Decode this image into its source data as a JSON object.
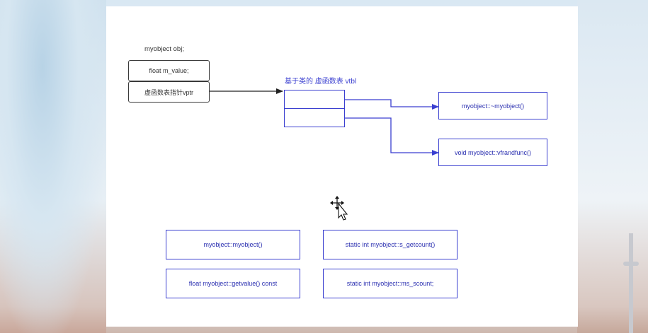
{
  "object_label": "myobject obj;",
  "object_fields": [
    "float m_value;",
    "虚函数表指针vptr"
  ],
  "vtbl_label": "基于类的 虚函数表 vtbl",
  "virtual_functions": [
    "myobject::~myobject()",
    "void myobject::vfrandfunc()"
  ],
  "members": [
    "myobject::myobject()",
    "static int myobject::s_getcount()",
    "float myobject::getvalue() const",
    "static int myobject::ms_scount;"
  ],
  "colors": {
    "blue": "#3a3fd0",
    "black": "#3a3a3a"
  },
  "cursor_icon": "move-cursor-icon"
}
